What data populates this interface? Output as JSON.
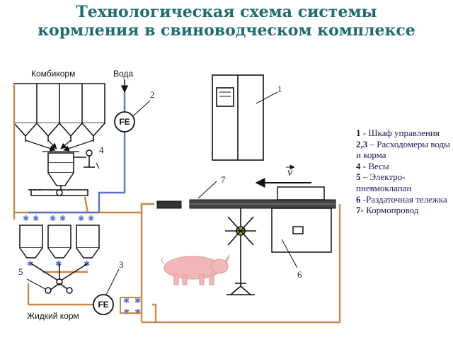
{
  "title": {
    "line1": "Технологическая схема системы",
    "line2": "кормления  в свиноводческом комплексе"
  },
  "labels": {
    "feed": "Комбикорм",
    "water": "Вода",
    "liquid_feed": "Жидкий корм",
    "fe_top": "FE",
    "fe_bottom": "FE",
    "velocity": "v"
  },
  "numbers": {
    "n1": "1",
    "n2": "2",
    "n3": "3",
    "n4": "4",
    "n5": "5",
    "n6": "6",
    "n7": "7"
  },
  "legend": [
    {
      "num": "1",
      "text": " - Шкаф управления"
    },
    {
      "num": "2,3",
      "text": " – Расходомеры воды и корма"
    },
    {
      "num": "4",
      "text": " - Весы"
    },
    {
      "num": "5",
      "text": " – Электро-пневмоклапан"
    },
    {
      "num": "6",
      "text": " -Раздаточная тележка"
    },
    {
      "num": "7-",
      "text": "  Кормопровод"
    }
  ],
  "colors": {
    "title": "#1f6b70",
    "feed_pipe": "#c8884a",
    "water_pipe": "#5a6fd0",
    "lines": "#111111",
    "pig": "#f2b8b8"
  }
}
